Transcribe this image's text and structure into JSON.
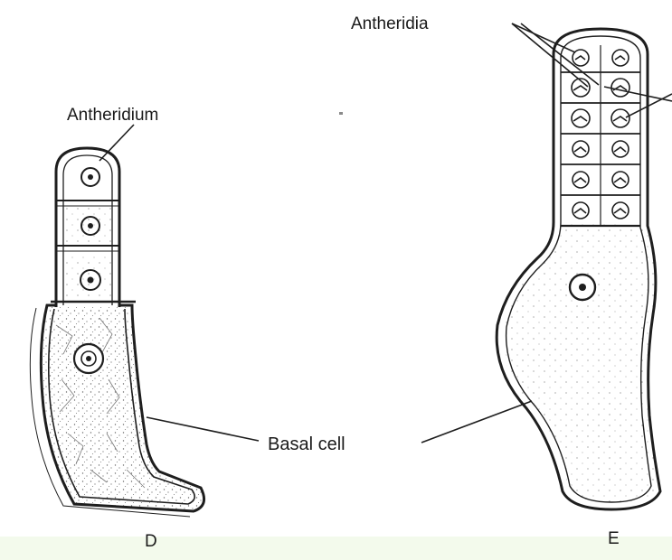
{
  "labels": {
    "antheridium": "Antheridium",
    "antheridia": "Antheridia",
    "basal_cell": "Basal cell",
    "figure_d": "D",
    "figure_e": "E"
  },
  "colors": {
    "ink": "#1e1e1e",
    "stipple": "#6a6a6a",
    "background": "#ffffff",
    "bottom_band": "#f3faec"
  }
}
